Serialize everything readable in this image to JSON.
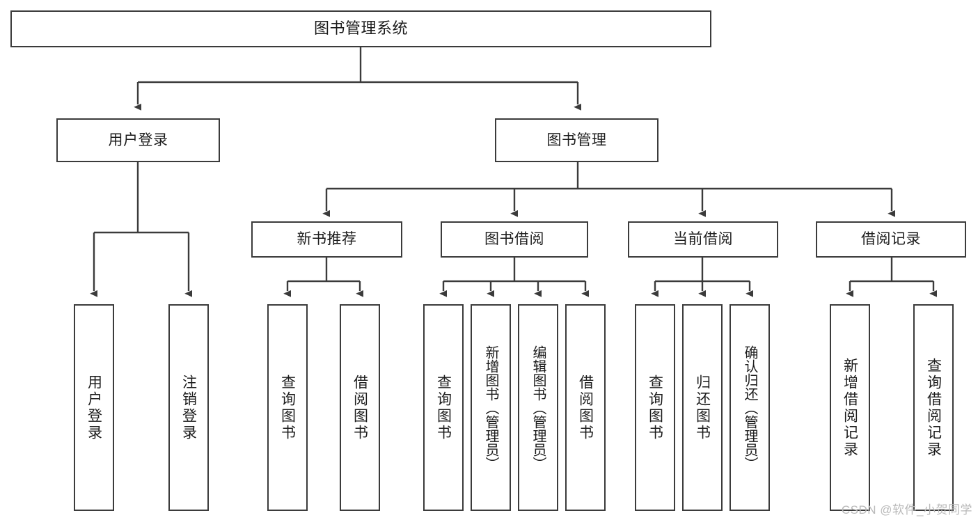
{
  "diagram": {
    "title": "图书管理系统",
    "type": "tree-hierarchy-chart",
    "watermark": "CSDN @软件_小贺同学",
    "style": {
      "box_border_color": "#3b3b3b",
      "box_fill_color": "#ffffff",
      "edge_color": "#3b3b3b",
      "text_color": "#1c1c1c",
      "background": "#ffffff"
    },
    "nodes": {
      "root": {
        "label": "图书管理系统"
      },
      "level1": [
        {
          "id": "user_login",
          "label": "用户登录"
        },
        {
          "id": "book_manage",
          "label": "图书管理"
        }
      ],
      "level2": [
        {
          "id": "new_book_rec",
          "label": "新书推荐"
        },
        {
          "id": "book_borrow",
          "label": "图书借阅"
        },
        {
          "id": "current_borrow",
          "label": "当前借阅"
        },
        {
          "id": "borrow_record",
          "label": "借阅记录"
        }
      ],
      "leaves": {
        "user_login": [
          {
            "id": "leaf_user_login",
            "label": "用户登录"
          },
          {
            "id": "leaf_logout",
            "label": "注销登录"
          }
        ],
        "new_book_rec": [
          {
            "id": "leaf_query_book_1",
            "label": "查询图书"
          },
          {
            "id": "leaf_borrow_book_1",
            "label": "借阅图书"
          }
        ],
        "book_borrow": [
          {
            "id": "leaf_query_book_2",
            "label": "查询图书"
          },
          {
            "id": "leaf_add_book",
            "label": "新增图书（管理员）"
          },
          {
            "id": "leaf_edit_book",
            "label": "编辑图书（管理员）"
          },
          {
            "id": "leaf_borrow_book_2",
            "label": "借阅图书"
          }
        ],
        "current_borrow": [
          {
            "id": "leaf_query_book_3",
            "label": "查询图书"
          },
          {
            "id": "leaf_return_book",
            "label": "归还图书"
          },
          {
            "id": "leaf_confirm_return",
            "label": "确认归还（管理员）"
          }
        ],
        "borrow_record": [
          {
            "id": "leaf_add_record",
            "label": "新增借阅记录"
          },
          {
            "id": "leaf_query_record",
            "label": "查询借阅记录"
          }
        ]
      }
    }
  }
}
